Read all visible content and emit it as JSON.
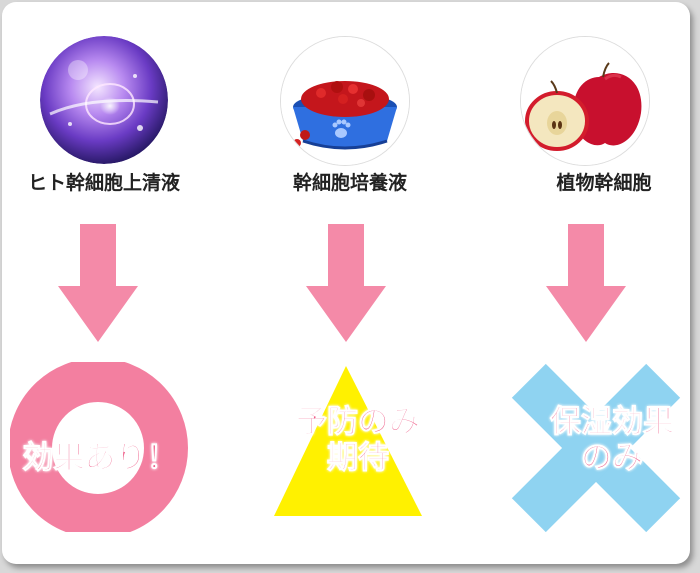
{
  "colors": {
    "arrow": "#f48aa8",
    "circle_ring": "#f37fa0",
    "triangle": "#fff100",
    "cross": "#8fd3f1",
    "result_text": "#ee5a86"
  },
  "columns": [
    {
      "icon": "stem-cell-sphere-icon",
      "label": "ヒト幹細胞上清液",
      "result_symbol": "circle",
      "result_lines": [
        "効果あり！"
      ]
    },
    {
      "icon": "pet-food-bowl-icon",
      "label": "幹細胞培養液",
      "result_symbol": "triangle",
      "result_lines": [
        "予防のみ",
        "期待"
      ]
    },
    {
      "icon": "apple-icon",
      "label": "植物幹細胞",
      "result_symbol": "cross",
      "result_lines": [
        "保湿効果",
        "のみ"
      ]
    }
  ]
}
